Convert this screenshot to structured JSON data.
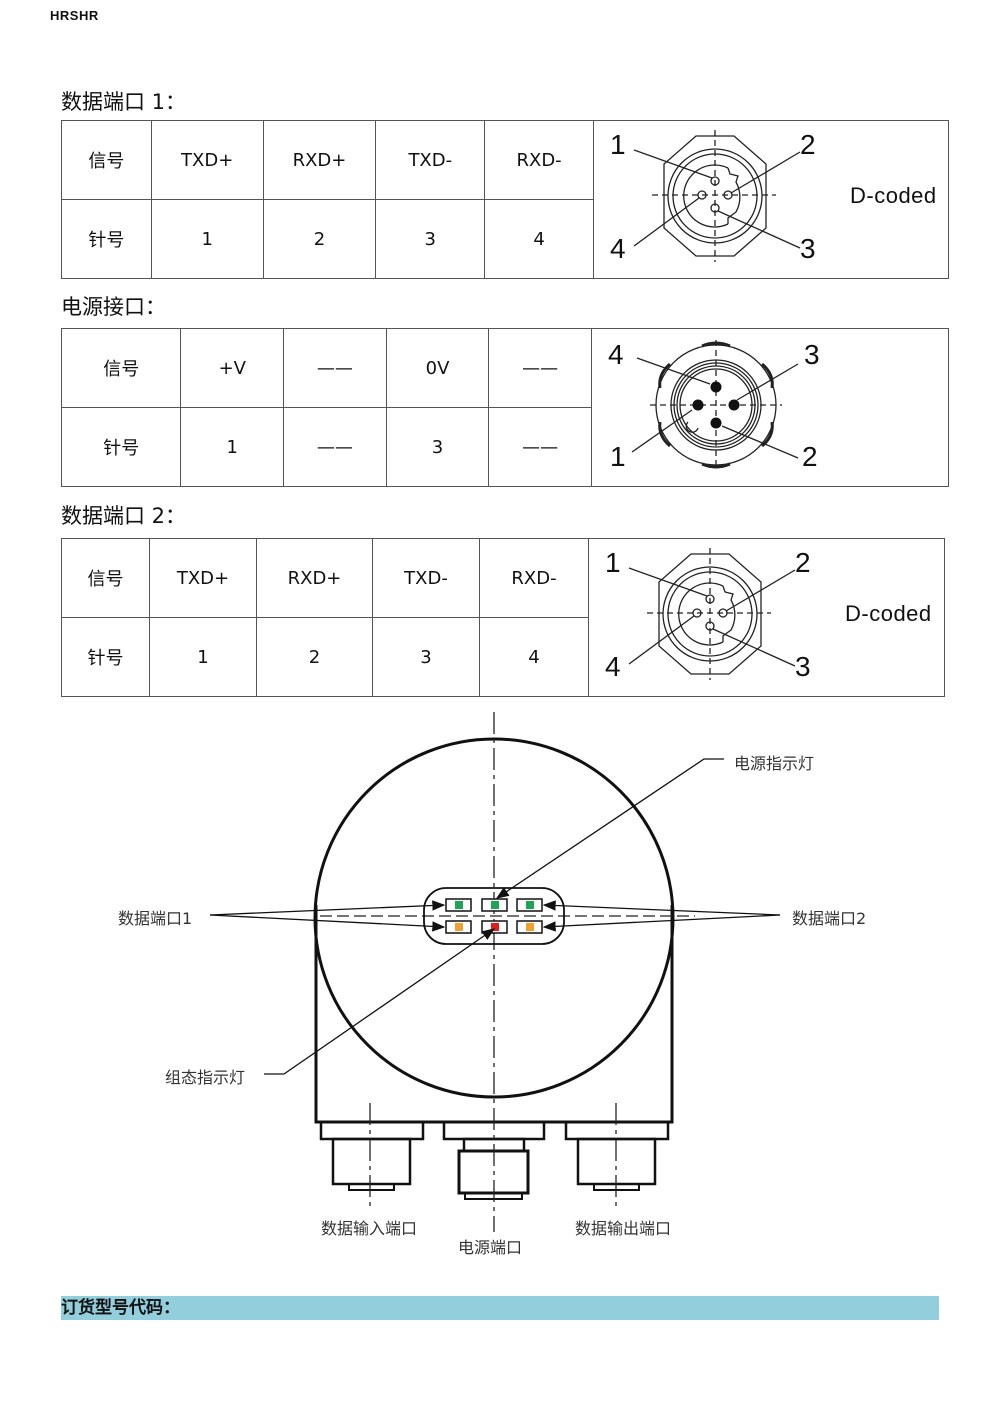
{
  "header": {
    "brand": "HRSHR"
  },
  "data_port_1": {
    "title": "数据端口 1：",
    "rows": [
      {
        "label": "信号",
        "cells": [
          "TXD+",
          "RXD+",
          "TXD-",
          "RXD-"
        ]
      },
      {
        "label": "针号",
        "cells": [
          "1",
          "2",
          "3",
          "4"
        ]
      }
    ],
    "connector": {
      "pin_labels": [
        "1",
        "2",
        "3",
        "4"
      ],
      "coding": "D-coded"
    }
  },
  "power_port": {
    "title": "电源接口：",
    "rows": [
      {
        "label": "信号",
        "cells": [
          "+V",
          "——",
          "0V",
          "——"
        ]
      },
      {
        "label": "针号",
        "cells": [
          "1",
          "——",
          "3",
          "——"
        ]
      }
    ],
    "connector": {
      "pin_labels": [
        "4",
        "3",
        "1",
        "2"
      ]
    }
  },
  "data_port_2": {
    "title": "数据端口 2：",
    "rows": [
      {
        "label": "信号",
        "cells": [
          "TXD+",
          "RXD+",
          "TXD-",
          "RXD-"
        ]
      },
      {
        "label": "针号",
        "cells": [
          "1",
          "2",
          "3",
          "4"
        ]
      }
    ],
    "connector": {
      "pin_labels": [
        "1",
        "2",
        "3",
        "4"
      ],
      "coding": "D-coded"
    }
  },
  "device_drawing": {
    "labels": {
      "power_led": "电源指示灯",
      "data_port_1": "数据端口1",
      "data_port_2": "数据端口2",
      "config_led": "组态指示灯",
      "data_in_port": "数据输入端口",
      "power_port": "电源端口",
      "data_out_port": "数据输出端口"
    },
    "led_colors": {
      "green": "#1fa355",
      "orange": "#f0a030",
      "red": "#e02020"
    }
  },
  "order_code": {
    "title": "订货型号代码：",
    "bar_color": "#93cedd"
  }
}
